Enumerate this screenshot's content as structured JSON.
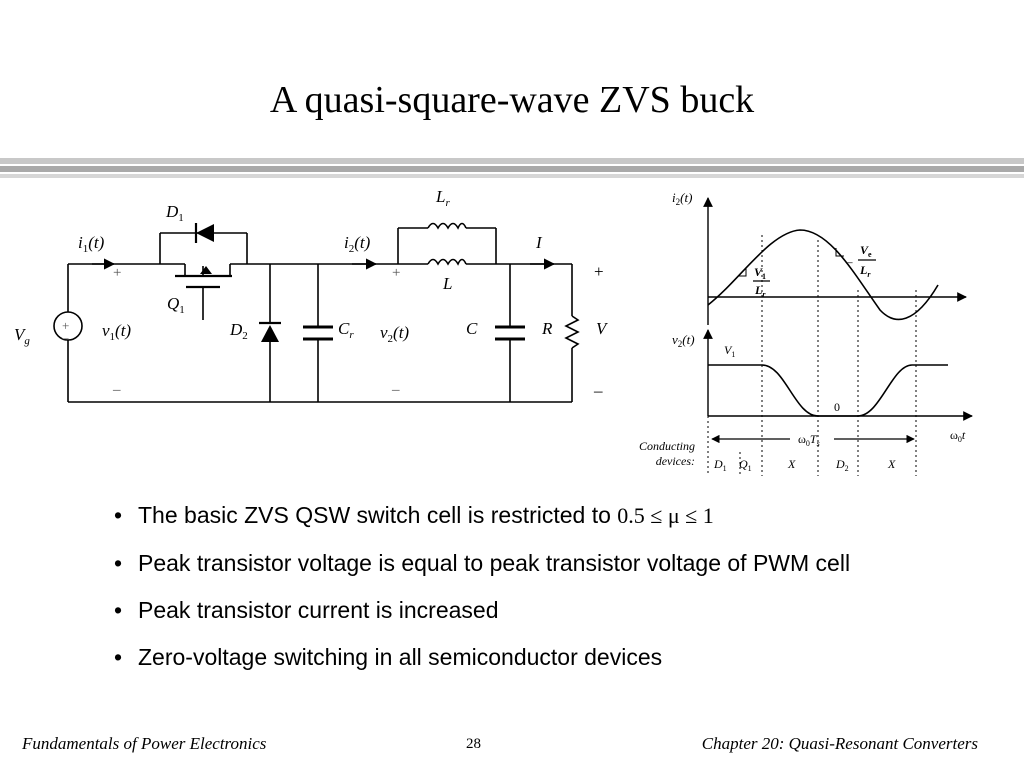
{
  "title": "A quasi-square-wave ZVS buck",
  "colors": {
    "bar_dark": "#9a9a9a",
    "bar_light": "#cfcfcf",
    "text": "#000000"
  },
  "circuit": {
    "d1": "D",
    "d1_sub": "1",
    "q1": "Q",
    "q1_sub": "1",
    "d2": "D",
    "d2_sub": "2",
    "cr": "C",
    "cr_sub": "r",
    "lr": "L",
    "lr_sub": "r",
    "l": "L",
    "c": "C",
    "r": "R",
    "v": "V",
    "vg": "V",
    "vg_sub": "g",
    "i1": "i",
    "i1_sub": "1",
    "i1_arg": "(t)",
    "i2": "i",
    "i2_sub": "2",
    "i2_arg": "(t)",
    "i_out": "I",
    "v1": "v",
    "v1_sub": "1",
    "v1_arg": "(t)",
    "v2": "v",
    "v2_sub": "2",
    "v2_arg": "(t)",
    "plus": "+",
    "minus": "–"
  },
  "waveforms": {
    "i2": "i",
    "i2_sub": "2",
    "i2_arg": "(t)",
    "v2": "v",
    "v2_sub": "2",
    "v2_arg": "(t)",
    "v1_level": "V",
    "v1_level_sub": "1",
    "zero": "0",
    "slope_up_num": "V",
    "slope_up_num_sub": "1",
    "slope_up_den": "L",
    "slope_up_den_sub": "r",
    "slope_down_sign": "–",
    "slope_down_num": "V",
    "slope_down_num_sub": "e",
    "slope_down_den": "L",
    "slope_down_den_sub": "r",
    "period": "ω",
    "period_sub": "0",
    "period_t": "T",
    "period_t_sub": "s",
    "axis": "ω",
    "axis_sub": "0",
    "axis_t": "t",
    "conducting_line1": "Conducting",
    "conducting_line2": "devices:",
    "devices": [
      {
        "name": "D",
        "sub": "1"
      },
      {
        "name": "Q",
        "sub": "1"
      },
      {
        "name": "X",
        "sub": ""
      },
      {
        "name": "D",
        "sub": "2"
      },
      {
        "name": "X",
        "sub": ""
      }
    ]
  },
  "bullets": [
    {
      "text": "The basic ZVS QSW switch cell is restricted to ",
      "math": "0.5 ≤ μ ≤ 1"
    },
    {
      "text": "Peak transistor voltage is equal to peak transistor voltage of PWM cell",
      "math": ""
    },
    {
      "text": "Peak transistor current is increased",
      "math": ""
    },
    {
      "text": "Zero-voltage switching in all semiconductor devices",
      "math": ""
    }
  ],
  "bullet_symbol": "•",
  "footer": {
    "left": "Fundamentals of Power Electronics",
    "page": "28",
    "right": "Chapter 20:  Quasi-Resonant Converters"
  }
}
